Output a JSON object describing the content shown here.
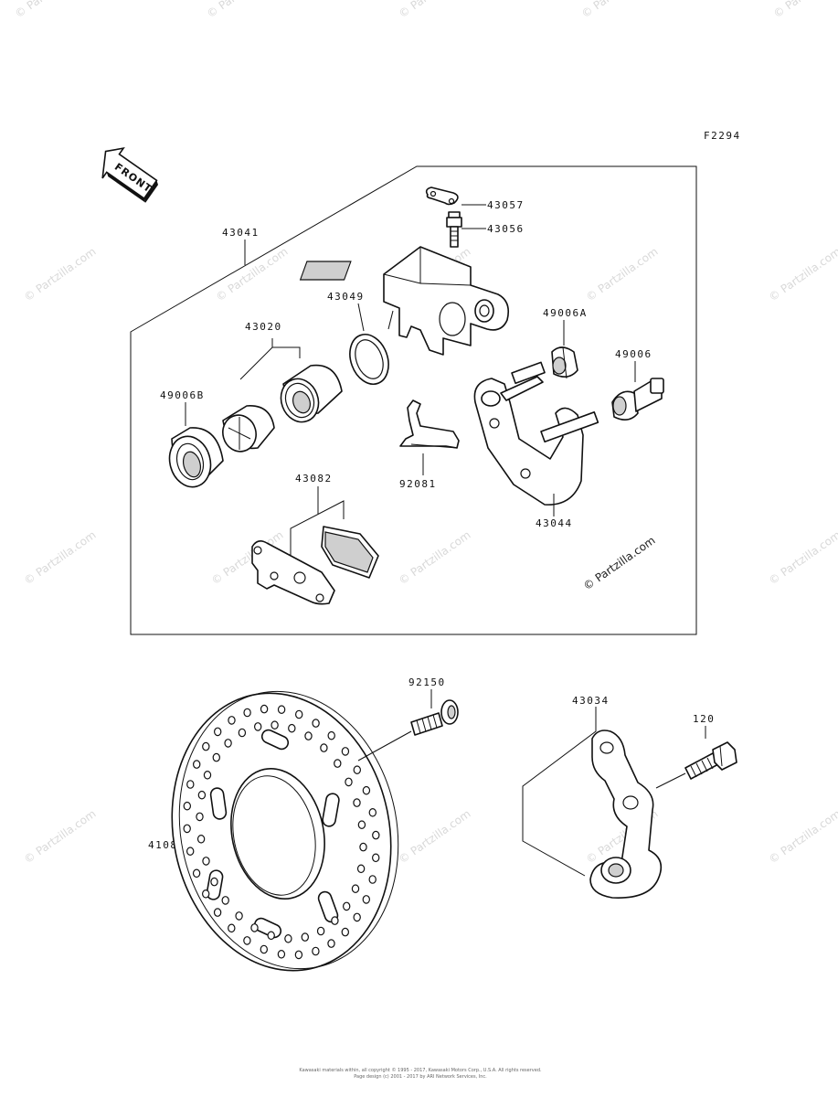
{
  "diagram_code": "F2294",
  "front_arrow_label": "FRONT",
  "parts": {
    "p43041": "43041",
    "p43057": "43057",
    "p43056": "43056",
    "p43049": "43049",
    "p49006A": "49006A",
    "p43020": "43020",
    "p49006": "49006",
    "p49006B": "49006B",
    "p92081": "92081",
    "p43082": "43082",
    "p43044": "43044",
    "p92150": "92150",
    "p43034": "43034",
    "p120": "120",
    "p41080": "41080"
  },
  "watermark": "© Partzilla.com",
  "copyright_line1": "Kawasaki materials within, all copyright © 1995 - 2017, Kawasaki Motors Corp., U.S.A. All rights reserved.",
  "copyright_line2": "Page design (c) 2001 - 2017 by ARI Network Services, Inc."
}
